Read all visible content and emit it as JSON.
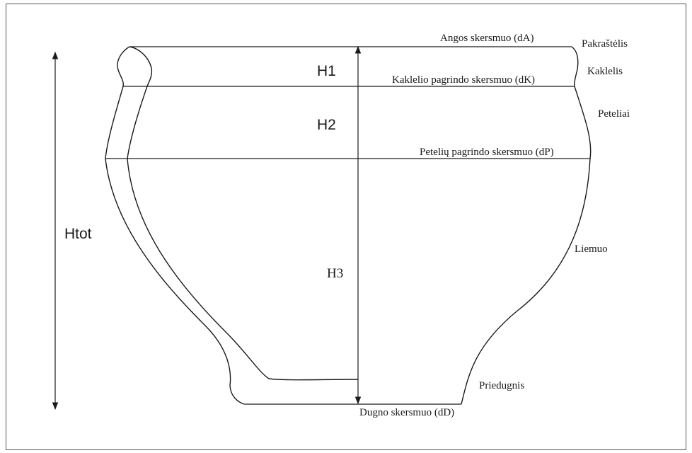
{
  "diagram": {
    "heights": {
      "h1": "H1",
      "h2": "H2",
      "h3": "H3",
      "htot": "Htot"
    },
    "diameters": {
      "opening": "Angos skersmuo (dA)",
      "neck_base": "Kaklelio pagrindo skersmuo (dK)",
      "shoulder_base": "Petelių pagrindo skersmuo (dP)",
      "bottom": "Dugno skersmuo (dD)"
    },
    "parts": {
      "rim": "Pakraštėlis",
      "neck": "Kaklelis",
      "shoulders": "Peteliai",
      "body": "Liemuo",
      "base": "Priedugnis"
    }
  }
}
